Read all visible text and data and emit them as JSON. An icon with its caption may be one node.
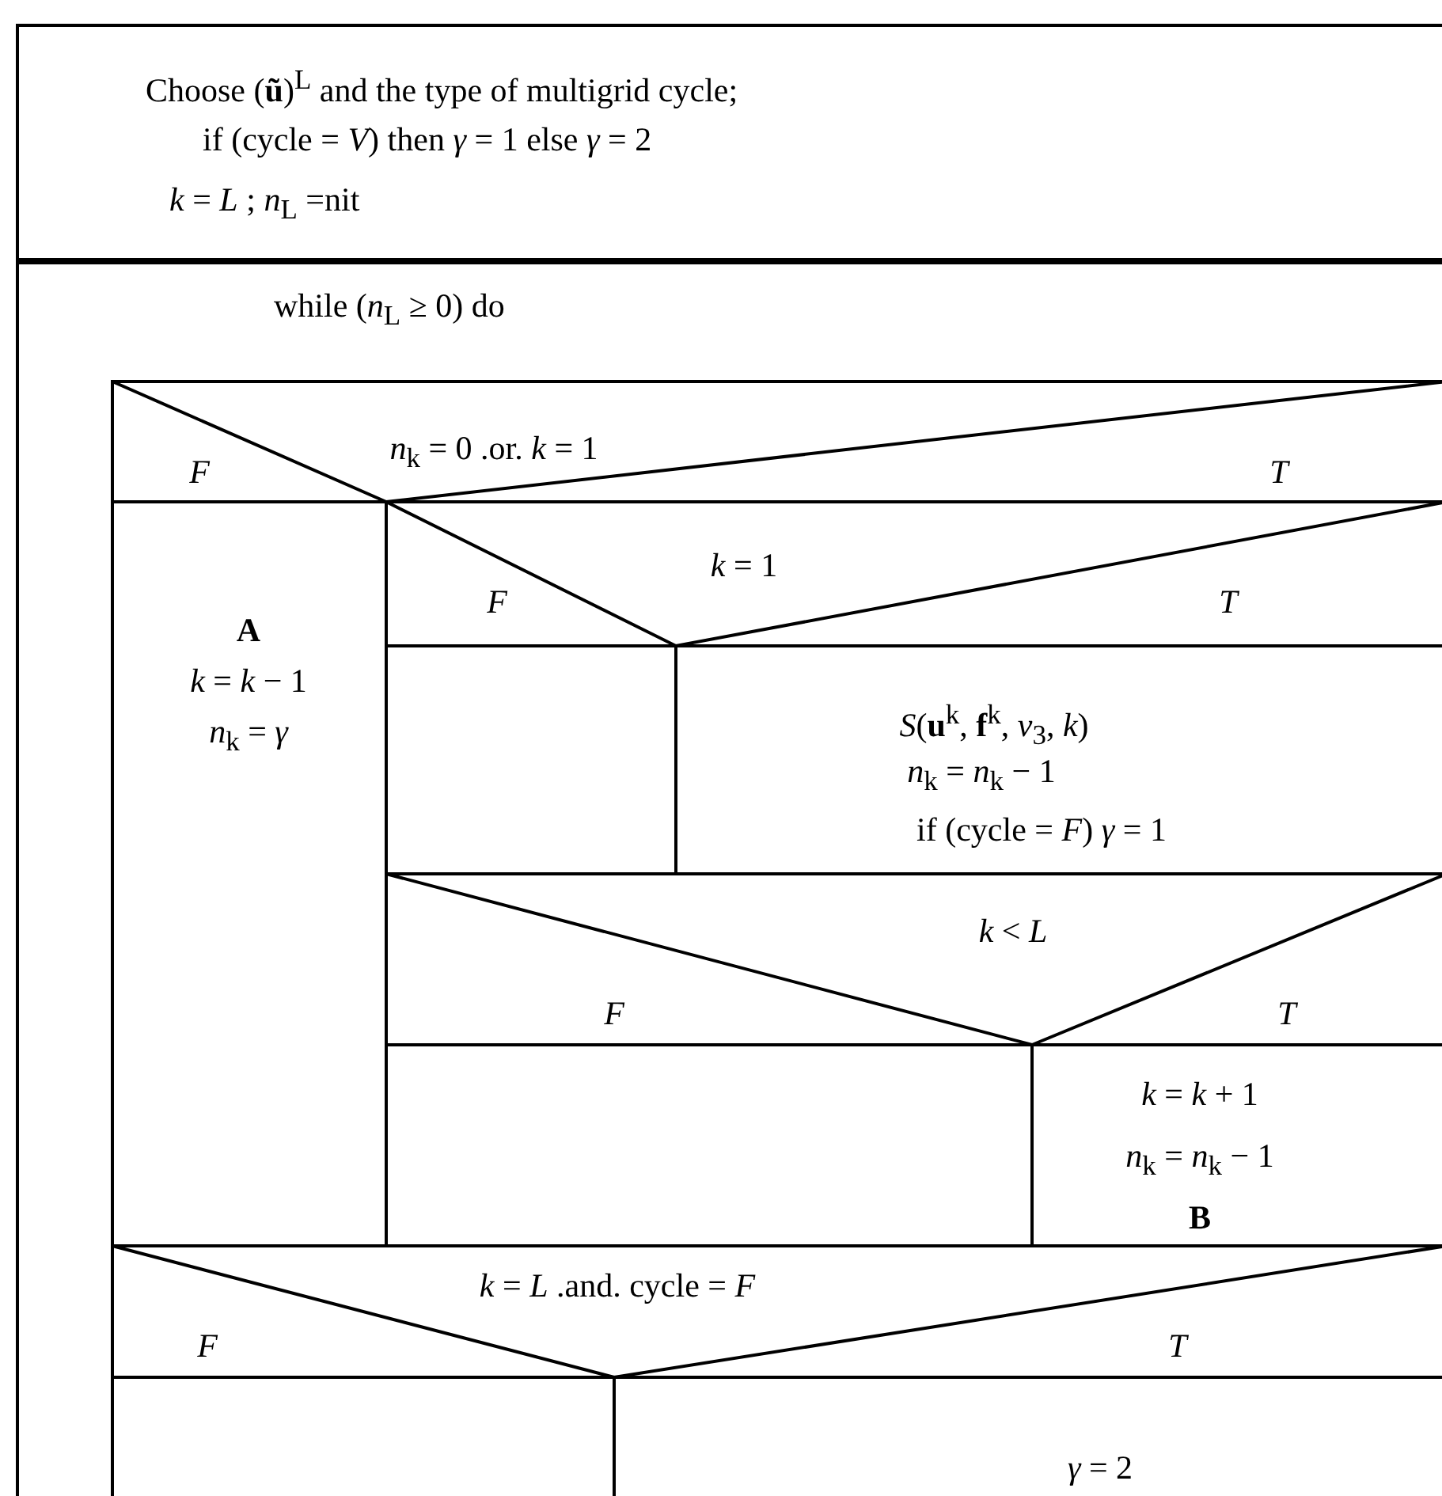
{
  "diagram": {
    "nodes": [
      {
        "text": [
          "Choose (**ũ**)$^{L}$ and the type of multigrid cycle;",
          "if (cycle = *V*) then *γ* = 1 else *γ* = 2",
          "*k* = *L* ; *n*$_{L}$ =nit"
        ]
      },
      {
        "text": [
          "while (*n*$_{L}$ ≥ 0) do"
        ]
      },
      {
        "text": [
          "*n*$_{k}$ = 0 .or. *k* = 1",
          "F",
          "T"
        ],
        "in": 1
      },
      {
        "text": [
          "A",
          "*k* = *k* − 1",
          "*n*$_{k}$ = *γ*"
        ],
        "in": 1
      },
      {
        "text": [
          "*k* = 1",
          "F",
          "T"
        ],
        "in": 1
      },
      {
        "text": [],
        "shape": "box",
        "in": 1
      },
      {
        "text": [
          "*S*(**u**$^{k}$, **f**$^{k}$, *ν*$_{3}$, *k*)",
          "*n*$_{k}$ = *n*$_{k}$ − 1",
          "if (cycle = *F*) *γ* = 1"
        ],
        "in": 1
      },
      {
        "text": [
          "*k* < *L*",
          "F",
          "T"
        ],
        "in": 1
      },
      {
        "text": [],
        "shape": "box",
        "in": 1
      },
      {
        "text": [
          "*k* = *k* + 1",
          "*n*$_{k}$ = *n*$_{k}$ − 1",
          "B"
        ],
        "in": 1
      },
      {
        "text": [
          "*k* = *L* .and. cycle = *F*",
          "F",
          "T"
        ],
        "in": 1
      },
      {
        "text": [],
        "shape": "box",
        "in": 1
      },
      {
        "text": [
          "*γ* = 2"
        ],
        "in": 1
      }
    ]
  }
}
